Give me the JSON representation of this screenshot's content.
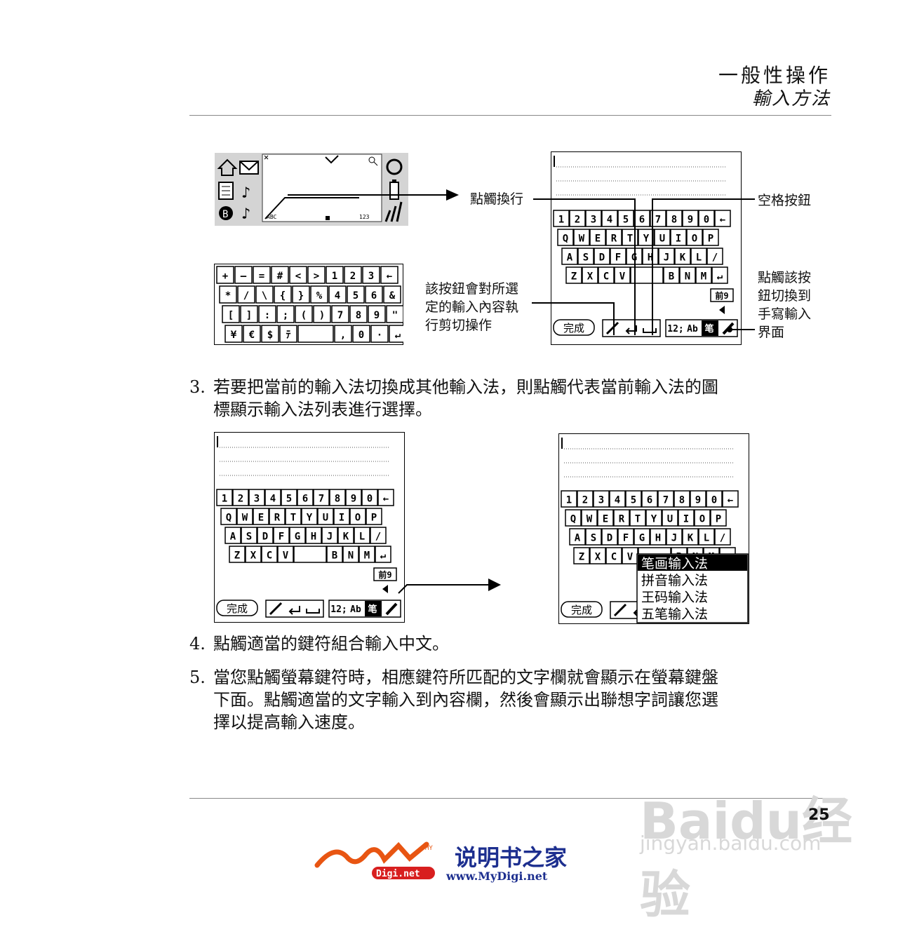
{
  "header": {
    "chapter": "一般性操作",
    "section": "輸入方法"
  },
  "callouts": {
    "newline": "點觸換行",
    "space": "空格按鈕",
    "cut": [
      "該按鈕會對所選",
      "定的輸入內容執",
      "行剪切操作"
    ],
    "handwrite": [
      "點觸該按",
      "鈕切換到",
      "手寫輸入",
      "界面"
    ]
  },
  "screen1": {
    "left_label": "ABC",
    "right_label": "123"
  },
  "keyboard": {
    "row1": [
      "1",
      "2",
      "3",
      "4",
      "5",
      "6",
      "7",
      "8",
      "9",
      "0",
      "←"
    ],
    "row2": [
      "Q",
      "W",
      "E",
      "R",
      "T",
      "Y",
      "U",
      "I",
      "O",
      "P"
    ],
    "row3": [
      "A",
      "S",
      "D",
      "F",
      "G",
      "H",
      "J",
      "K",
      "L",
      "/"
    ],
    "row4": [
      "Z",
      "X",
      "C",
      "V",
      "",
      "B",
      "N",
      "M",
      "↵"
    ],
    "done": "完成",
    "mode_badge": "前9",
    "mode_labels": [
      "12;",
      "Ab",
      "笔"
    ]
  },
  "symbol_keyboard": {
    "row1": [
      "+",
      "—",
      "=",
      "#",
      "<",
      ">",
      "1",
      "2",
      "3",
      "←"
    ],
    "row2": [
      "*",
      "/",
      "\\",
      "{",
      "}",
      "%",
      "4",
      "5",
      "6",
      "&"
    ],
    "row3": [
      "[",
      "]",
      ":",
      ";",
      "(",
      ")",
      "7",
      "8",
      "9",
      "\""
    ],
    "row4": [
      "¥",
      "€",
      "$",
      "ﾃ",
      "",
      ",",
      "0",
      "·",
      "↵"
    ]
  },
  "menu": {
    "items": [
      "笔画输入法",
      "拼音输入法",
      "王码输入法",
      "五笔输入法"
    ]
  },
  "steps": [
    {
      "num": "3.",
      "lines": [
        "若要把當前的輸入法切換成其他輸入法，則點觸代表當前輸入法的圖",
        "標顯示輸入法列表進行選擇。"
      ]
    },
    {
      "num": "4.",
      "lines": [
        "點觸適當的鍵符組合輸入中文。"
      ]
    },
    {
      "num": "5.",
      "lines": [
        "當您點觸螢幕鍵符時，相應鍵符所匹配的文字欄就會顯示在螢幕鍵盤",
        "下面。點觸適當的文字輸入到內容欄，然後會顯示出聯想字詞讓您選",
        "擇以提高輸入速度。"
      ]
    }
  ],
  "footer": {
    "page_number": "25",
    "brand_cn": "说明书之家",
    "brand_url": "www.MyDigi.net",
    "brand_logo": "MY",
    "brand_badge": "Digi.net",
    "watermark_top": "Baidu经验",
    "watermark_bottom": "jingyan.baidu.com"
  }
}
